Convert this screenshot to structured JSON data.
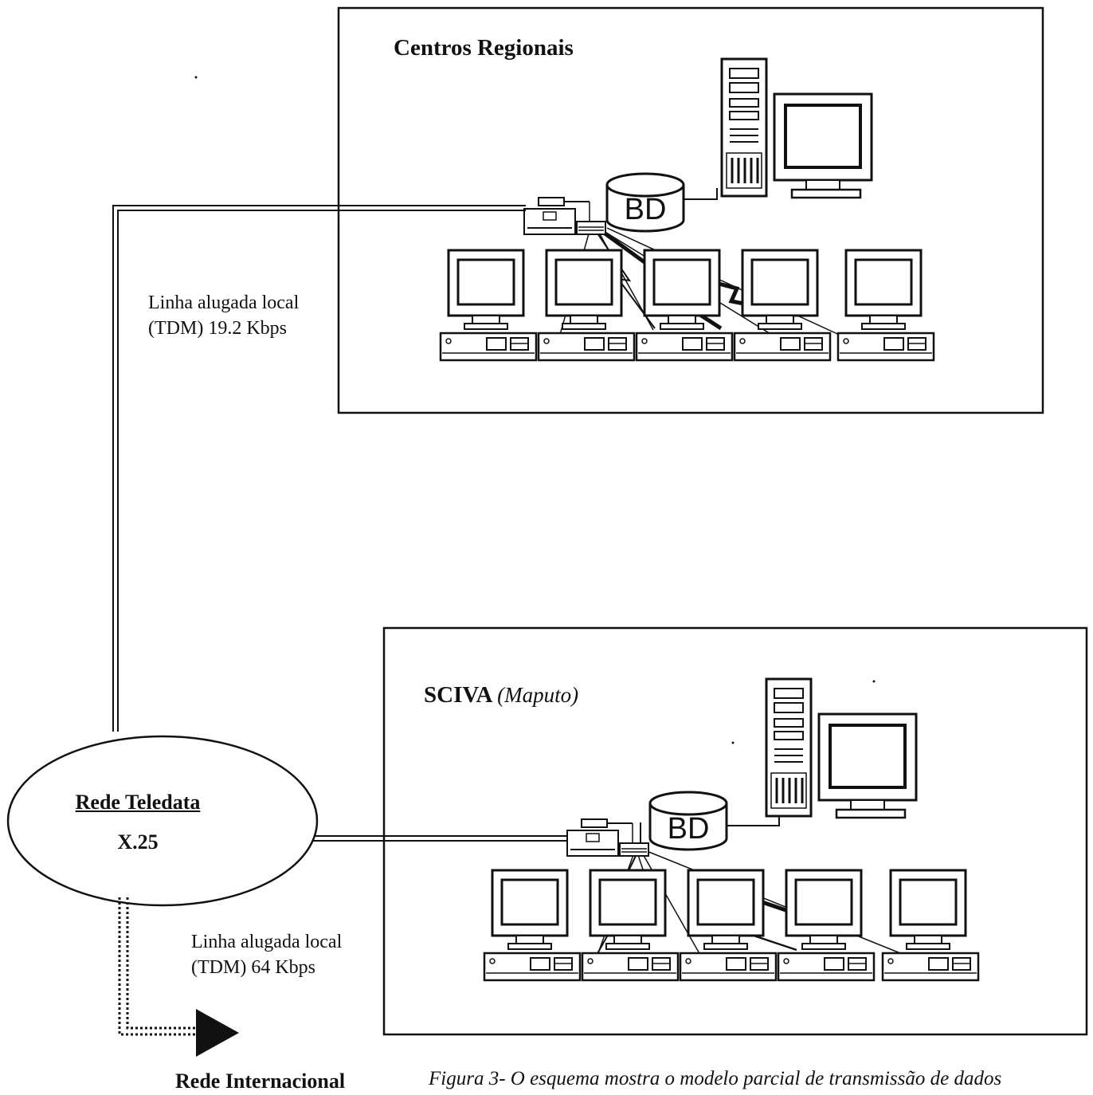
{
  "regional": {
    "title": "Centros Regionais",
    "db_label": "BD"
  },
  "sciva": {
    "title": "SCIVA",
    "subtitle": "(Maputo)",
    "db_label": "BD"
  },
  "link_regional": {
    "line1": "Linha alugada local",
    "line2": "(TDM)  19.2 Kbps"
  },
  "link_international": {
    "line1": "Linha alugada local",
    "line2": "(TDM)  64 Kbps"
  },
  "network": {
    "name": "Rede Teledata",
    "protocol": "X.25"
  },
  "international": {
    "label": "Rede Internacional"
  },
  "caption": "Figura 3- O esquema mostra  o modelo parcial  de transmissão de dados"
}
